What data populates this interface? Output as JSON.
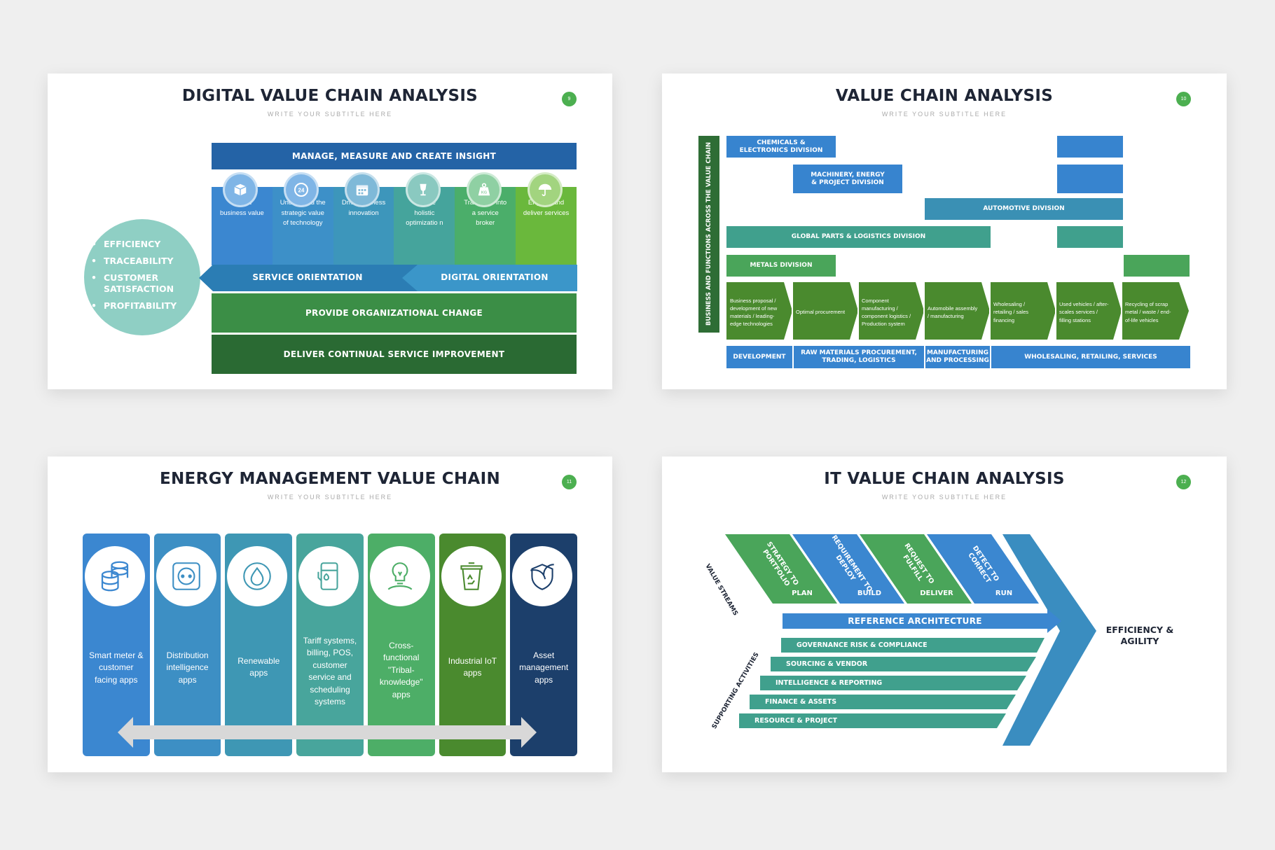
{
  "s1": {
    "title": "DIGITAL VALUE CHAIN ANALYSIS",
    "subtitle": "WRITE YOUR SUBTITLE HERE",
    "number": "9",
    "bullets": [
      "EFFICIENCY",
      "TRACEABILITY",
      "CUSTOMER SATISFACTION",
      "PROFITABILITY"
    ],
    "header": "MANAGE, MEASURE AND CREATE INSIGHT",
    "columns": [
      {
        "icon": "package-icon",
        "text": "Create business value"
      },
      {
        "icon": "24h-icon",
        "text": "Understand the strategic value of technology"
      },
      {
        "icon": "calendar-icon",
        "text": "Drive business innovation"
      },
      {
        "icon": "fragile-glass-icon",
        "text": "Provide holistic optimizatio n"
      },
      {
        "icon": "weight-kg-icon",
        "text": "Transform into a service broker"
      },
      {
        "icon": "umbrella-icon",
        "text": "Engage and deliver services"
      }
    ],
    "service_orientation": "SERVICE ORIENTATION",
    "digital_orientation": "DIGITAL ORIENTATION",
    "org_change": "PROVIDE ORGANIZATIONAL CHANGE",
    "continual": "DELIVER CONTINUAL SERVICE IMPROVEMENT"
  },
  "s2": {
    "title": "VALUE CHAIN ANALYSIS",
    "subtitle": "WRITE YOUR SUBTITLE HERE",
    "number": "10",
    "vertical": "BUSINESS AND FUNCTIONS ACROSS THE VALUE CHAIN",
    "divisions": {
      "chemicals": "CHEMICALS & ELECTRONICS DIVISION",
      "machinery": "MACHINERY, ENERGY & PROJECT DIVISION",
      "automotive": "AUTOMOTIVE DIVISION",
      "global": "GLOBAL PARTS & LOGISTICS DIVISION",
      "metals": "METALS DIVISION"
    },
    "steps": [
      "Business proposal / development of new materials / leading-edge technologies",
      "Optimal procurement",
      "Component manufacturing / component logistics / Production system",
      "Automobile assembly / manufacturing",
      "Wholesaling / retailing / sales financing",
      "Used vehicles / after-scales services / filling stations",
      "Recycling of scrap metal / waste / end-of-life vehicles"
    ],
    "bottom": [
      "DEVELOPMENT",
      "RAW MATERIALS PROCUREMENT, TRADING, LOGISTICS",
      "MANUFACTURING AND PROCESSING",
      "WHOLESALING, RETAILING, SERVICES"
    ]
  },
  "s3": {
    "title": "ENERGY MANAGEMENT VALUE CHAIN",
    "subtitle": "WRITE YOUR SUBTITLE HERE",
    "number": "11",
    "columns": [
      {
        "icon": "database-stack-icon",
        "text": "Smart meter & customer facing apps",
        "color": "#3b87d0"
      },
      {
        "icon": "power-socket-icon",
        "text": "Distribution intelligence apps",
        "color": "#3d8fc4"
      },
      {
        "icon": "water-drop-icon",
        "text": "Renewable apps",
        "color": "#3e97b4"
      },
      {
        "icon": "fuel-pump-icon",
        "text": "Tariff systems, billing, POS, customer service and scheduling systems",
        "color": "#48a59c"
      },
      {
        "icon": "eco-bulb-icon",
        "text": "Cross-functional \"Tribal-knowledge\" apps",
        "color": "#4dae67"
      },
      {
        "icon": "recycle-bin-icon",
        "text": "Industrial IoT apps",
        "color": "#4a8a2e"
      },
      {
        "icon": "leaf-shield-icon",
        "text": "Asset management apps",
        "color": "#1c3f6b"
      }
    ]
  },
  "s4": {
    "title": "IT VALUE CHAIN ANALYSIS",
    "subtitle": "WRITE YOUR SUBTITLE HERE",
    "number": "12",
    "value_streams_label": "VALUE STREAMS",
    "supporting_label": "SUPPORTING ACTIVITIES",
    "streams": [
      {
        "top": "STRATEGY TO PORTFOLIO",
        "bottom": "PLAN"
      },
      {
        "top": "REQUIREMENT TO DEPLOY",
        "bottom": "BUILD"
      },
      {
        "top": "REQUEST TO FULFILL",
        "bottom": "DELIVER"
      },
      {
        "top": "DETECT TO CORRECT",
        "bottom": "RUN"
      }
    ],
    "reference": "REFERENCE ARCHITECTURE",
    "supporting": [
      "GOVERNANCE RISK & COMPLIANCE",
      "SOURCING & VENDOR",
      "INTELLIGENCE & REPORTING",
      "FINANCE & ASSETS",
      "RESOURCE & PROJECT"
    ],
    "result": "EFFICIENCY & AGILITY"
  },
  "colors": {
    "blue": "#2f80c9",
    "teal": "#3d93b0",
    "green": "#4aa55a",
    "darkgreen": "#2e6d35",
    "navy": "#1c3f6b"
  }
}
